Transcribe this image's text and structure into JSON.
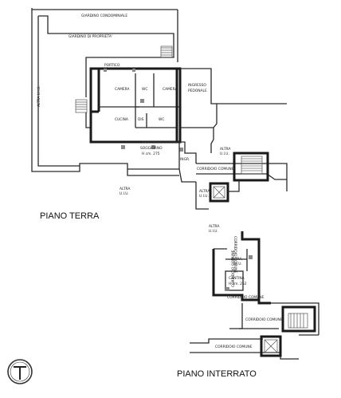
{
  "labels": {
    "giardino_condominiale": "GIARDINO CONDOMINIALE",
    "giardino_proprieta": "GIARDINO DI PROPRIETA'",
    "portico": "PORTICO",
    "camera_1": "CAMERA",
    "wc_1": "WC",
    "camera_2": "CAMERA",
    "ingresso_1": "INGRESSO",
    "ingresso_2": "PEDONALE",
    "cucina": "CUCINA",
    "dis": "DIS",
    "wc_2": "WC",
    "soggiorno": "SOGGIORNO",
    "hcm_terra": "H cm. 275",
    "ingr": "INGR.",
    "altra_uiu_left": "ALTRA U.I.U.",
    "altra_right_1": "ALTRA",
    "altra_right_2": "U.I.U.",
    "corridoio_comune_terra": "CORRIDOIO COMUNE",
    "altra_bottom_1": "ALTRA",
    "altra_bottom_2": "U.I.U.",
    "altra_stair_1": "ALTRA",
    "altra_stair_2": "U.I.U.",
    "altra_b_top_1": "ALTRA",
    "altra_b_top_2": "U.I.U.",
    "corridoio_v_right": "CORRIDOIO COMUNE",
    "corridoio_v_left": "CORRIDOIO COMUNE",
    "altra_b_1": "ALTRA",
    "altra_b_2": "U.I.U.",
    "cantina": "CANTINA",
    "hcm_cantina": "H cm. 252",
    "corridoio_comune_b1": "CORRIDOIO COMUNE",
    "corridoio_comune_b2": "CORRIDOIO COMUNE",
    "corridoio_comune_b3": "CORRIDOIO COMUNE"
  },
  "titles": {
    "piano_terra": "PIANO TERRA",
    "piano_interrato": "PIANO INTERRATO"
  },
  "logo": "T"
}
